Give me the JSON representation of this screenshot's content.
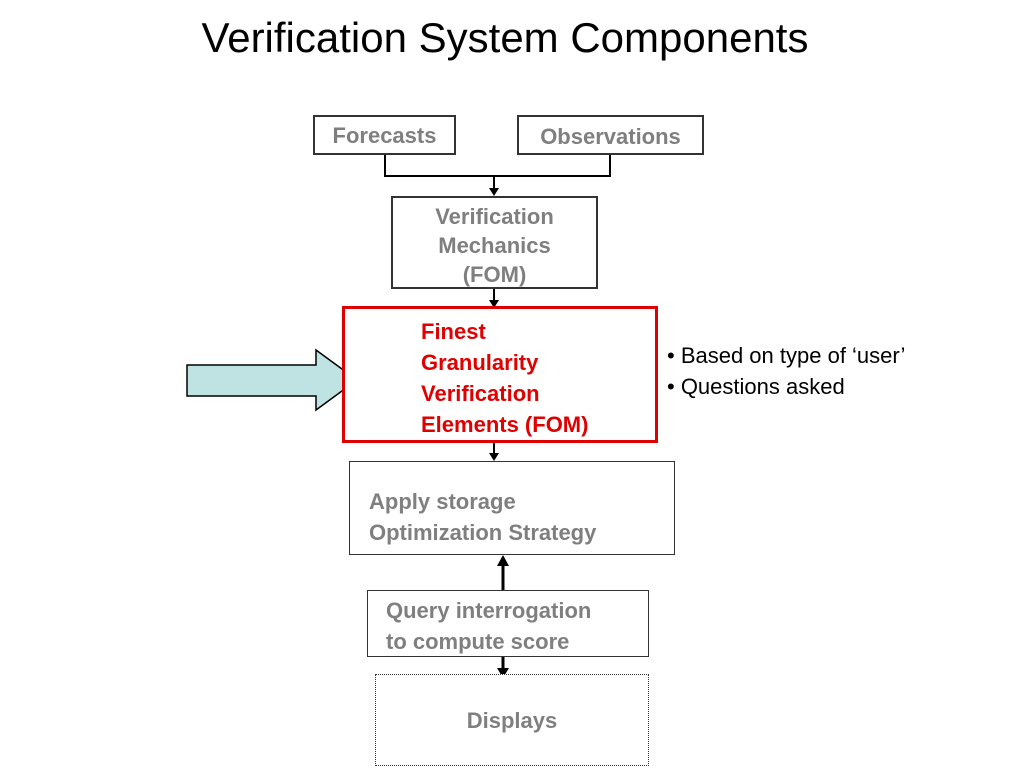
{
  "title": "Verification System Components",
  "boxes": {
    "forecasts": "Forecasts",
    "observations": "Observations",
    "mechanics": [
      "Verification",
      "Mechanics",
      "(FOM)"
    ],
    "finest": [
      "Finest",
      "Granularity",
      "Verification",
      "Elements (FOM)"
    ],
    "storage": [
      "Apply storage",
      "Optimization Strategy"
    ],
    "query": [
      "Query interrogation",
      "to compute score"
    ],
    "displays": "Displays"
  },
  "bullets": [
    "• Based on type of ‘user’",
    "• Questions asked"
  ],
  "colors": {
    "highlight": "#e00000",
    "arrow_fill": "#bfe3e3",
    "text_grey": "#7f7f7f"
  }
}
